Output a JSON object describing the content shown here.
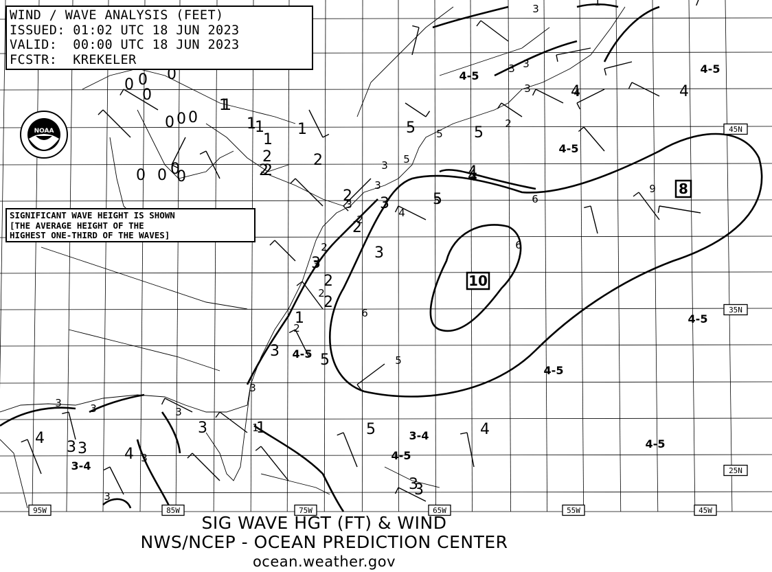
{
  "header": {
    "line1": "WIND / WAVE ANALYSIS (FEET)",
    "line2": "ISSUED: 01:02 UTC 18 JUN 2023",
    "line3": "VALID:  00:00 UTC 18 JUN 2023",
    "line4": "FCSTR:  KREKELER"
  },
  "note": {
    "line1": "SIGNIFICANT WAVE HEIGHT IS SHOWN",
    "line2": "[THE AVERAGE HEIGHT OF THE",
    "line3": "HIGHEST ONE-THIRD OF THE WAVES]"
  },
  "logo": {
    "text": "NOAA",
    "icon": "noaa-logo-icon"
  },
  "footer": {
    "line1": "SIG WAVE HGT (FT) & WIND",
    "line2": "NWS/NCEP - OCEAN PREDICTION CENTER",
    "line3": "ocean.weather.gov"
  },
  "lon_labels": [
    "95W",
    "85W",
    "75W",
    "65W",
    "55W",
    "45W"
  ],
  "lat_labels": [
    "45N",
    "35N",
    "25N"
  ],
  "boxed_maxima": [
    "10",
    "8"
  ],
  "contour_labels": [
    "3",
    "3",
    "3",
    "3",
    "3",
    "3",
    "3",
    "3",
    "3",
    "3",
    "3",
    "3",
    "3",
    "3",
    "1",
    "2",
    "2",
    "2",
    "2",
    "2",
    "4",
    "4",
    "4",
    "5",
    "5",
    "5",
    "5",
    "6",
    "6",
    "6",
    "9",
    "7",
    "1"
  ],
  "region_labels": [
    "4-5",
    "4-5",
    "4-5",
    "4-5",
    "4-5",
    "4-5",
    "4-5",
    "4-5",
    "3-4",
    "3-4"
  ],
  "buoy_values": [
    "0",
    "0",
    "0",
    "0",
    "0",
    "0",
    "0",
    "0",
    "0",
    "0",
    "0",
    "1",
    "1",
    "1",
    "1",
    "1",
    "2",
    "2",
    "2",
    "2",
    "2",
    "2",
    "2",
    "3",
    "3",
    "3",
    "3",
    "3",
    "3",
    "4",
    "4",
    "4",
    "4",
    "4",
    "5",
    "5",
    "5",
    "5",
    "5",
    "3",
    "1",
    "1",
    "2",
    "3",
    "4",
    "4",
    "3",
    "1"
  ]
}
